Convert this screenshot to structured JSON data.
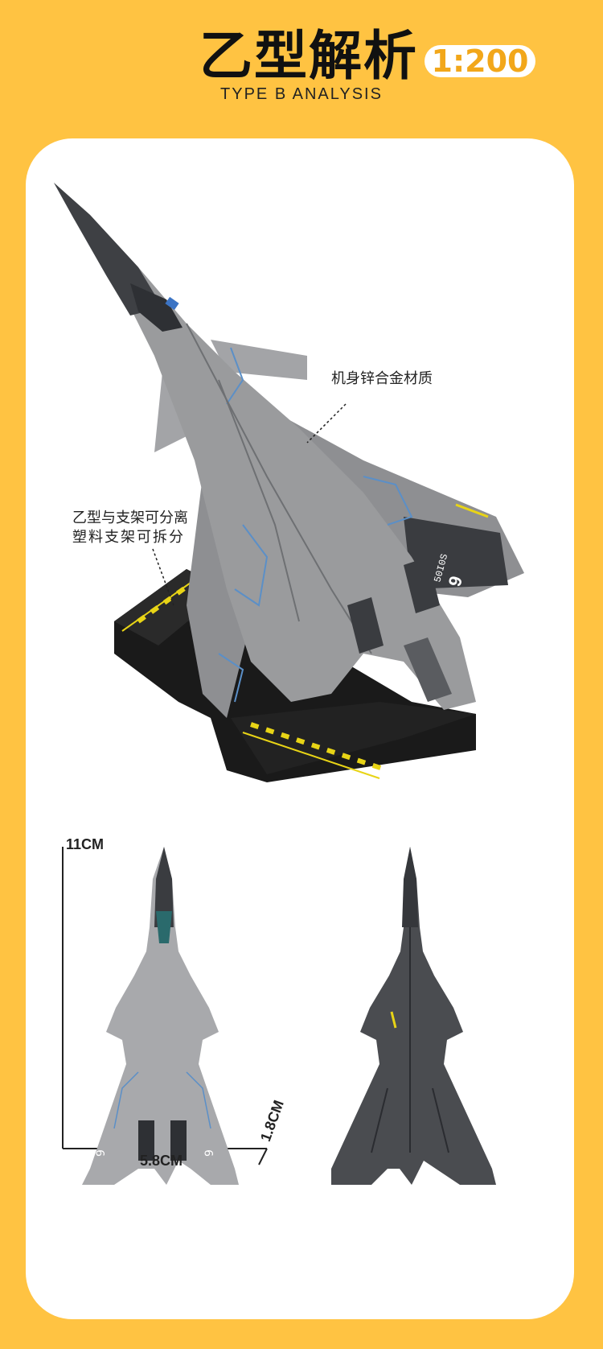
{
  "header": {
    "title": "乙型解析",
    "scale": "1:200",
    "subtitle": "TYPE B ANALYSIS"
  },
  "callouts": {
    "material": "机身锌合金材质",
    "stand_line1": "乙型与支架可分离",
    "stand_line2": "塑料支架可拆分"
  },
  "dimensions": {
    "height": "11CM",
    "width": "5.8CM",
    "depth": "1.8CM"
  },
  "decals": {
    "tail_number": "9",
    "tail_code": "50I0S"
  },
  "colors": {
    "background": "#FFC342",
    "accent_text": "#F2A71A",
    "jet_gray": "#9A9B9D",
    "jet_dark": "#4A4C50",
    "stand_black": "#1A1A1A",
    "stripe_yellow": "#E8D416",
    "panel_blue": "#5B8FC7"
  }
}
